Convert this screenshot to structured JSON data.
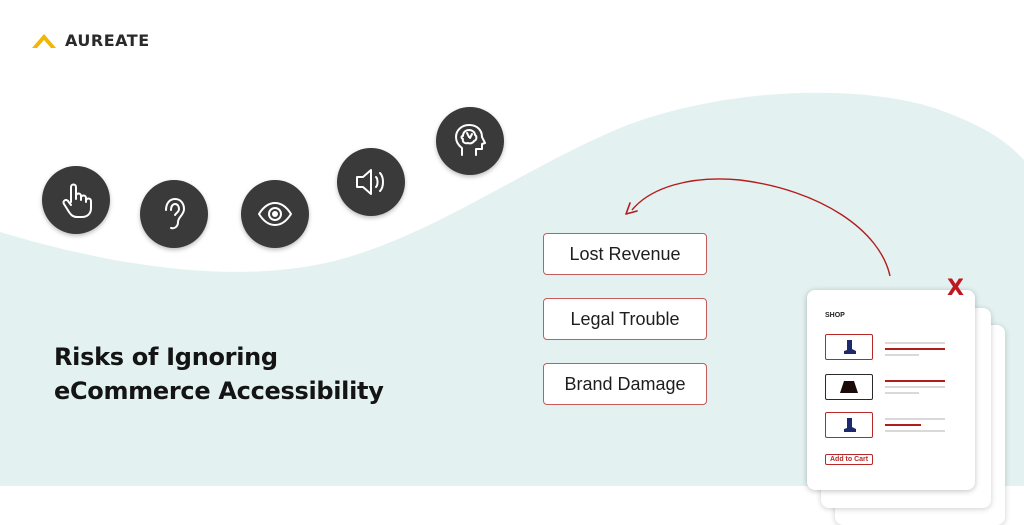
{
  "brand": {
    "name": "AUREATE",
    "accent": "#F2B705"
  },
  "colors": {
    "wave": "#E3F1F1",
    "icon_bg": "#3A3A3A",
    "accent_red": "#B41C1C"
  },
  "icons": [
    "pointing-hand-icon",
    "ear-icon",
    "eye-icon",
    "speaker-icon",
    "brain-head-icon"
  ],
  "headline": {
    "line1": "Risks of Ignoring",
    "line2": "eCommerce Accessibility"
  },
  "risks": [
    "Lost Revenue",
    "Legal Trouble",
    "Brand Damage"
  ],
  "shop_card": {
    "title": "SHOP",
    "close": "X",
    "add_to_cart": "Add to Cart"
  }
}
